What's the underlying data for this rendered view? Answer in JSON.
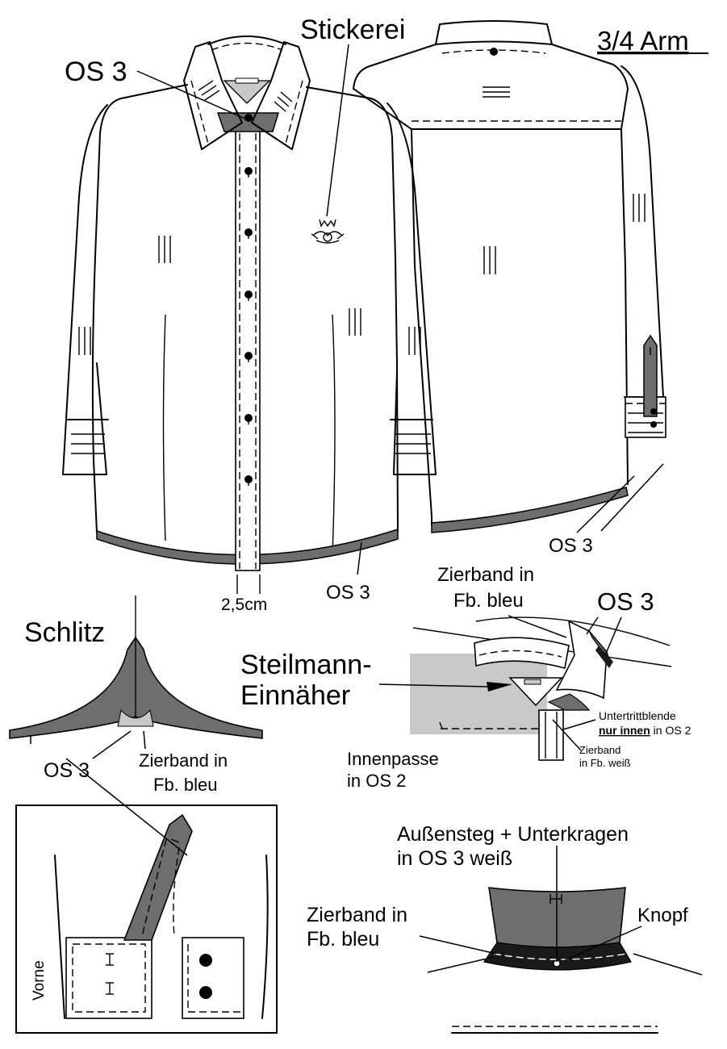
{
  "colors": {
    "paper": "#ffffff",
    "ink": "#000000",
    "os3_dark_gray": "#6e6e6e",
    "os2_light_gray": "#c8c8c8",
    "zierband_bleu": "#1a1a1a"
  },
  "labels": {
    "stickerei": "Stickerei",
    "title_sleeve": "3/4 Arm",
    "os3_collar_front": "OS 3",
    "os3_hem_front": "OS 3",
    "os3_hem_back": "OS 3",
    "placket_width": "2,5cm",
    "schlitz": "Schlitz",
    "os3_schlitz": "OS 3",
    "zierband_schlitz_line1": "Zierband in",
    "zierband_schlitz_line2": "Fb. bleu",
    "zierband_collar_line1": "Zierband in",
    "zierband_collar_line2": "Fb. bleu",
    "os3_collar_detail": "OS 3",
    "steilmann_line1": "Steilmann-",
    "steilmann_line2": "Einnäher",
    "untertritt_line1": "Untertrittblende",
    "untertritt_line2_em": "nur innen",
    "untertritt_line2_rest": " in OS 2",
    "zierband_weiss_line1": "Zierband",
    "zierband_weiss_line2": "in Fb. weiß",
    "innenpasse_line1": "Innenpasse",
    "innenpasse_line2": "in OS 2",
    "aussensteg_line1": "Außensteg + Unterkragen",
    "aussensteg_line2": "in OS 3 weiß",
    "knopf": "Knopf",
    "zierband_stand_line1": "Zierband in",
    "zierband_stand_line2": "Fb. bleu",
    "vorne": "Vorne"
  }
}
